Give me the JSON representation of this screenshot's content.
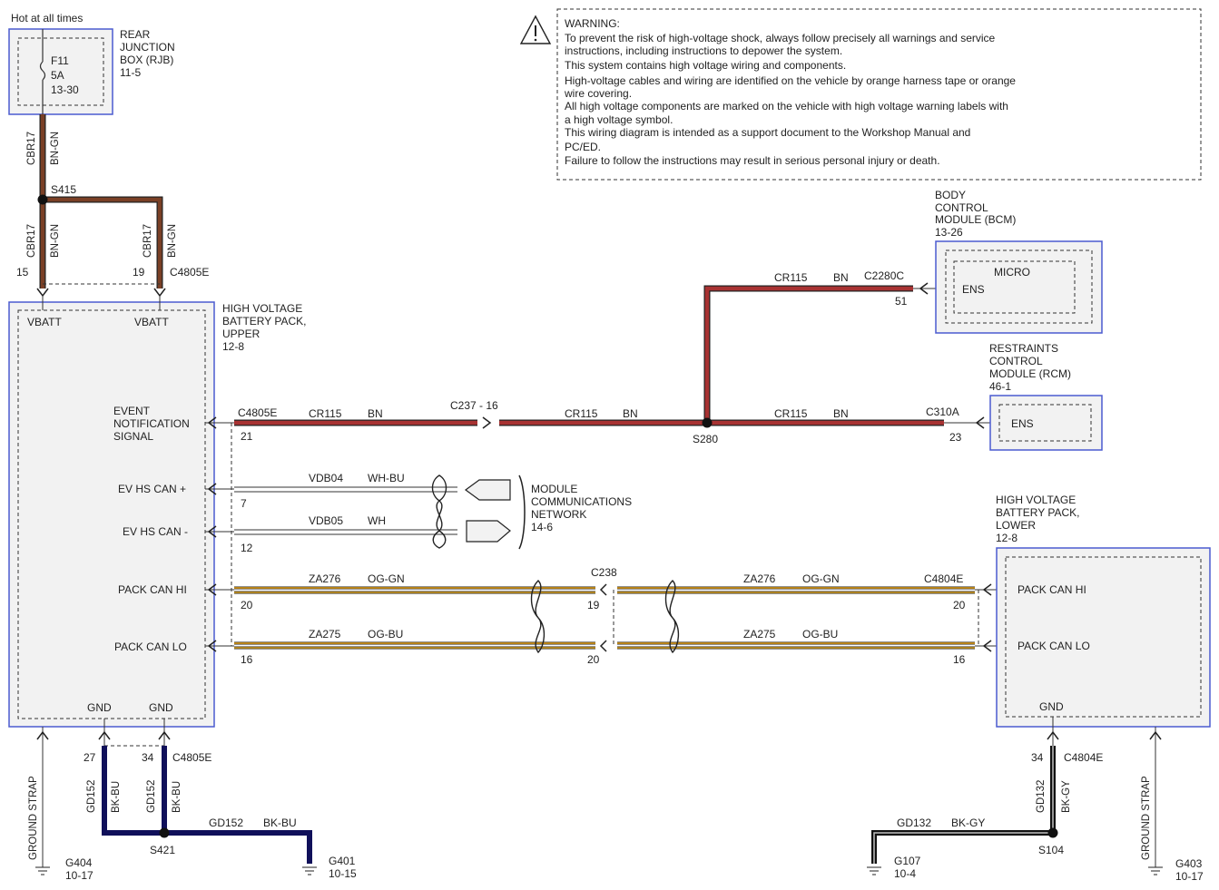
{
  "hot_label": "Hot at all times",
  "rjb": {
    "name1": "REAR",
    "name2": "JUNCTION",
    "name3": "BOX (RJB)",
    "ref": "11-5",
    "fuse": "F11",
    "amps": "5A",
    "fuse_ref": "13-30"
  },
  "warning": {
    "title": "WARNING:",
    "lines": [
      "To prevent the risk of high-voltage shock, always follow precisely all warnings and service",
      "instructions, including instructions to depower the system.",
      "This system contains high voltage wiring and components.",
      "High-voltage cables and wiring are identified on the vehicle by orange harness tape or orange",
      "wire covering.",
      "All high voltage components are marked on the vehicle with high voltage warning labels with",
      "a high voltage symbol.",
      "This wiring diagram is intended as a support document to the Workshop Manual and",
      "PC/ED.",
      "Failure to follow the instructions may result in serious personal injury or death."
    ]
  },
  "circuits": {
    "cbr17": "CBR17",
    "bn_gn": "BN-GN",
    "cr115": "CR115",
    "bn": "BN",
    "vdb04": "VDB04",
    "wh_bu": "WH-BU",
    "vdb05": "VDB05",
    "wh": "WH",
    "za276": "ZA276",
    "og_gn": "OG-GN",
    "za275": "ZA275",
    "og_bu": "OG-BU",
    "gd152": "GD152",
    "bk_bu": "BK-BU",
    "gd132": "GD132",
    "bk_gy": "BK-GY"
  },
  "splices": {
    "s415": "S415",
    "s280": "S280",
    "s421": "S421",
    "s104": "S104"
  },
  "connectors": {
    "c4805e": "C4805E",
    "c237": "C237 - 16",
    "c2280c": "C2280C",
    "c310a": "C310A",
    "c238": "C238",
    "c4804e": "C4804E"
  },
  "pins": {
    "p15": "15",
    "p19": "19",
    "p21": "21",
    "p51": "51",
    "p23": "23",
    "p7": "7",
    "p12": "12",
    "p20": "20",
    "p16": "16",
    "p19b": "19",
    "p20b": "20",
    "p20c": "20",
    "p16c": "16",
    "p27": "27",
    "p34": "34",
    "p34b": "34"
  },
  "hv_upper": {
    "name1": "HIGH VOLTAGE",
    "name2": "BATTERY PACK,",
    "name3": "UPPER",
    "ref": "12-8",
    "vbatt1": "VBATT",
    "vbatt2": "VBATT",
    "event1": "EVENT",
    "event2": "NOTIFICATION",
    "event3": "SIGNAL",
    "ev_can_p": "EV HS CAN +",
    "ev_can_m": "EV HS CAN -",
    "pack_can_hi": "PACK CAN HI",
    "pack_can_lo": "PACK CAN LO",
    "gnd1": "GND",
    "gnd2": "GND"
  },
  "bcm": {
    "name1": "BODY",
    "name2": "CONTROL",
    "name3": "MODULE (BCM)",
    "ref": "13-26",
    "micro": "MICRO",
    "ens": "ENS"
  },
  "rcm": {
    "name1": "RESTRAINTS",
    "name2": "CONTROL",
    "name3": "MODULE (RCM)",
    "ref": "46-1",
    "ens": "ENS"
  },
  "mcn": {
    "name1": "MODULE",
    "name2": "COMMUNICATIONS",
    "name3": "NETWORK",
    "ref": "14-6"
  },
  "hv_lower": {
    "name1": "HIGH VOLTAGE",
    "name2": "BATTERY PACK,",
    "name3": "LOWER",
    "ref": "12-8",
    "pack_can_hi": "PACK CAN HI",
    "pack_can_lo": "PACK CAN LO",
    "gnd": "GND"
  },
  "grounds": {
    "ground_strap": "GROUND STRAP",
    "g404": "G404",
    "g404_ref": "10-17",
    "g401": "G401",
    "g401_ref": "10-15",
    "g107": "G107",
    "g107_ref": "10-4",
    "g403": "G403",
    "g403_ref": "10-17"
  },
  "colors": {
    "bn_wire": "#8b2e2e",
    "bn_gn_wire": "#7a4026",
    "og_wire": "#e8a214",
    "og_core": "#d8a020",
    "gnd_wire": "#10105a",
    "box_border": "#4b5bd0",
    "box_fill": "#f2f2f2"
  }
}
